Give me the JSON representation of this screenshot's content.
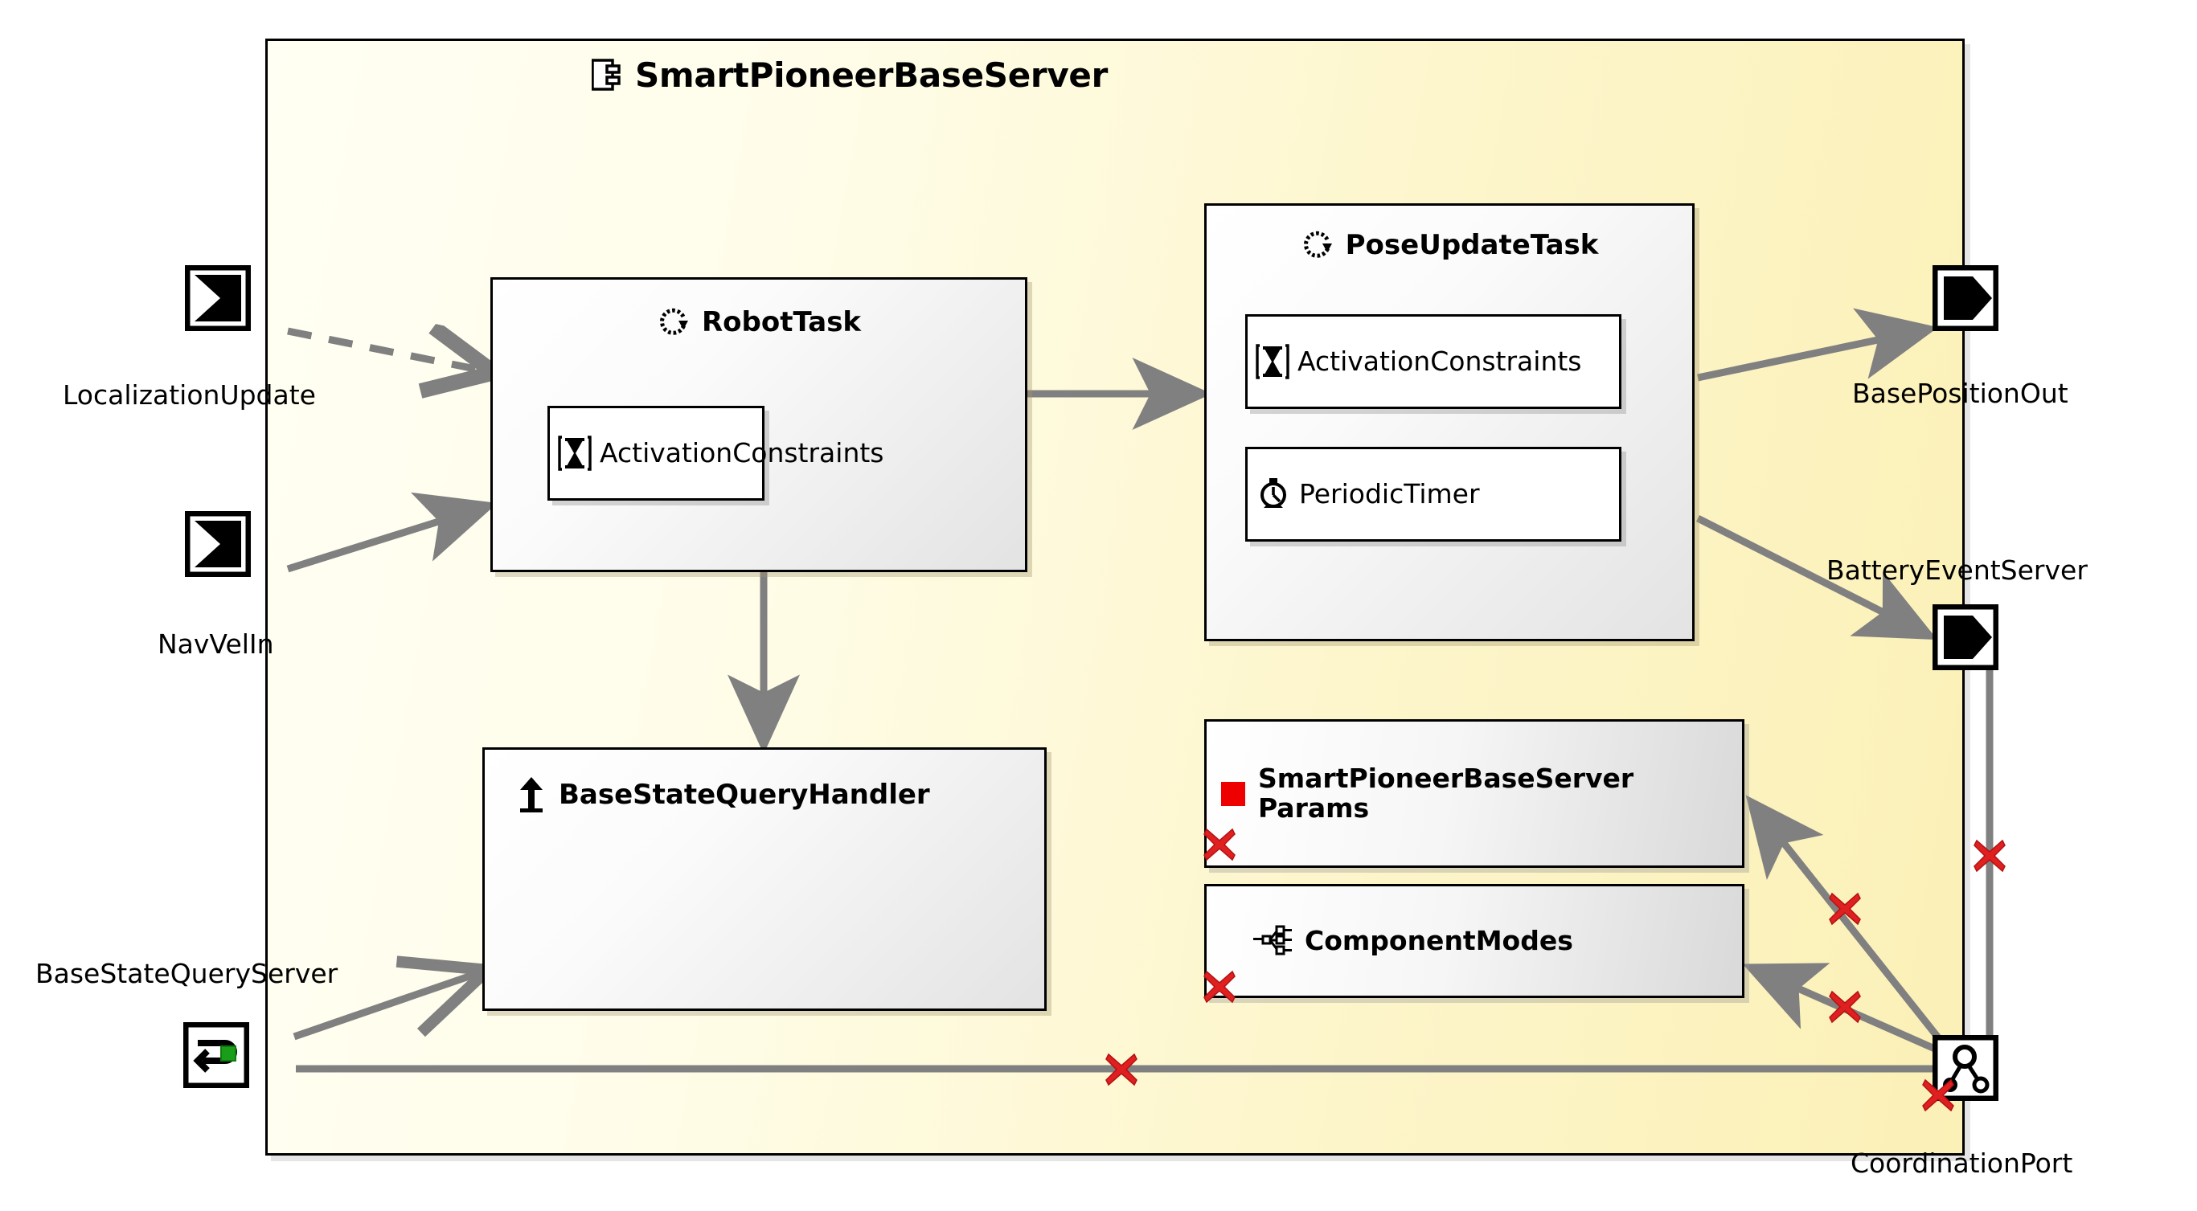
{
  "component": {
    "title": "SmartPioneerBaseServer",
    "icon": "component-icon",
    "fill_start": "#fffff3",
    "fill_end": "#fbf0b6",
    "border": "#000000"
  },
  "tasks": [
    {
      "id": "robot-task",
      "name": "RobotTask",
      "icon": "cycle-activity-icon",
      "children": [
        {
          "name": "ActivationConstraints",
          "icon": "hourglass-icon"
        }
      ]
    },
    {
      "id": "pose-update-task",
      "name": "PoseUpdateTask",
      "icon": "cycle-activity-icon",
      "children": [
        {
          "name": "ActivationConstraints",
          "icon": "hourglass-icon"
        },
        {
          "name": "PeriodicTimer",
          "icon": "stopwatch-icon"
        }
      ]
    },
    {
      "id": "base-state-query-handler",
      "name": "BaseStateQueryHandler",
      "icon": "arrow-up-icon",
      "children": []
    }
  ],
  "attributes": [
    {
      "id": "params",
      "name": "SmartPioneerBaseServerParams",
      "line1": "SmartPioneerBaseServer",
      "line2": "Params",
      "icon": "red-square-icon",
      "icon_color": "#ee0000",
      "has_error": true
    },
    {
      "id": "component-modes",
      "name": "ComponentModes",
      "line1": "ComponentModes",
      "line2": "",
      "icon": "hierarchy-icon",
      "has_error": true
    }
  ],
  "ports": [
    {
      "id": "localization-update",
      "label": "LocalizationUpdate",
      "kind": "input-port",
      "icon": "input-port-icon"
    },
    {
      "id": "nav-vel-in",
      "label": "NavVelIn",
      "kind": "input-port",
      "icon": "input-port-icon"
    },
    {
      "id": "base-position-out",
      "label": "BasePositionOut",
      "kind": "output-port",
      "icon": "output-port-icon"
    },
    {
      "id": "battery-event-server",
      "label": "BatteryEventServer",
      "kind": "output-port",
      "icon": "output-port-icon"
    },
    {
      "id": "base-state-query-server",
      "label": "BaseStateQueryServer",
      "kind": "query-server-port",
      "icon": "query-loop-icon"
    },
    {
      "id": "coordination-port",
      "label": "CoordinationPort",
      "kind": "coordination-port",
      "icon": "coordination-icon",
      "has_error": true
    }
  ],
  "connectors": [
    {
      "from": "localization-update",
      "to": "robot-task",
      "style": "dashed",
      "arrow": "open"
    },
    {
      "from": "nav-vel-in",
      "to": "robot-task",
      "style": "solid",
      "arrow": "filled"
    },
    {
      "from": "robot-task",
      "to": "pose-update-task",
      "style": "solid",
      "arrow": "filled"
    },
    {
      "from": "robot-task",
      "to": "base-state-query-handler",
      "style": "solid",
      "arrow": "filled"
    },
    {
      "from": "pose-update-task",
      "to": "base-position-out",
      "style": "solid",
      "arrow": "filled"
    },
    {
      "from": "pose-update-task",
      "to": "battery-event-server",
      "style": "solid",
      "arrow": "filled"
    },
    {
      "from": "base-state-query-server",
      "to": "base-state-query-handler",
      "style": "solid",
      "arrow": "hollow"
    },
    {
      "from": "coordination-port",
      "to": "params",
      "style": "solid",
      "arrow": "filled",
      "has_error": true
    },
    {
      "from": "coordination-port",
      "to": "component-modes",
      "style": "solid",
      "arrow": "filled",
      "has_error": true
    },
    {
      "from": "coordination-port",
      "to": "base-state-query-server",
      "style": "solid",
      "arrow": "none",
      "has_error": true
    },
    {
      "from": "battery-event-server",
      "to": "coordination-port",
      "style": "solid",
      "arrow": "none",
      "has_error": true
    }
  ],
  "markers": {
    "error_color": "#e02020",
    "error_glyph": "error-x-icon",
    "connector_color": "#808080"
  }
}
